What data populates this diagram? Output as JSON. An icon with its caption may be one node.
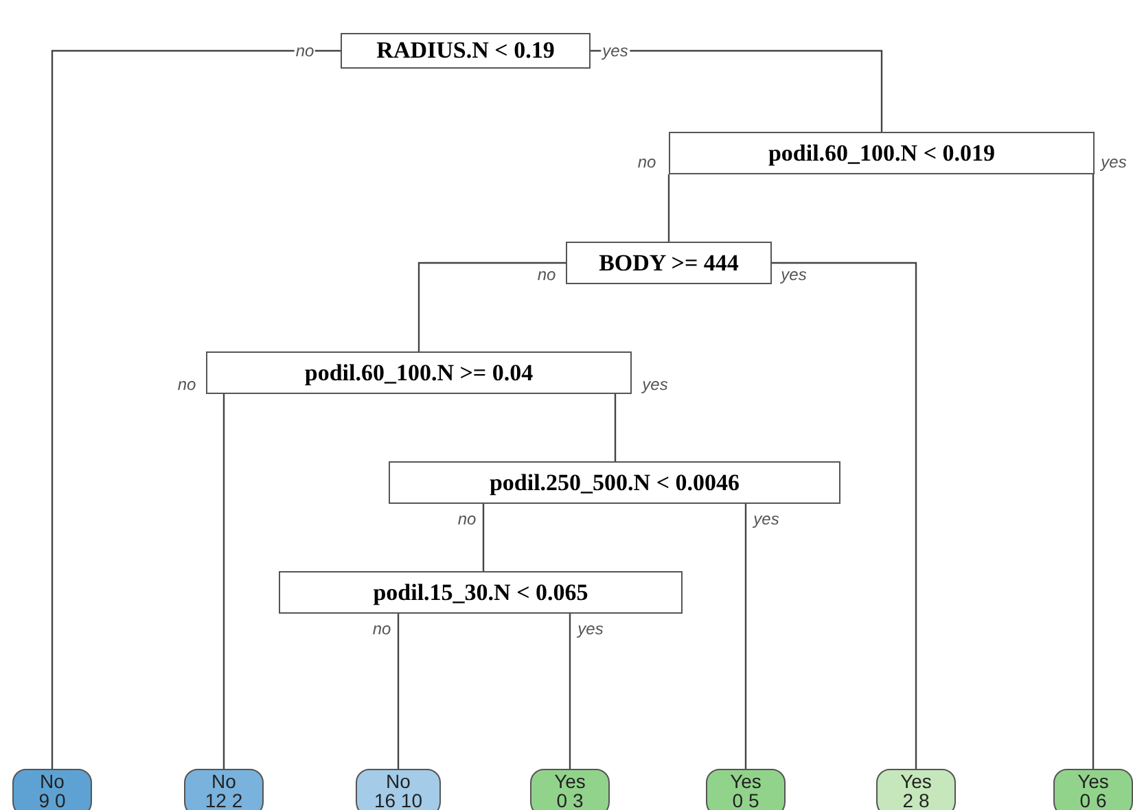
{
  "diagram": {
    "nodes": [
      {
        "text": [
          "RADIUS.N < 0.19"
        ]
      },
      {
        "text": [
          "podil.60_100.N < 0.019"
        ]
      },
      {
        "text": [
          "BODY >= 444"
        ]
      },
      {
        "text": [
          "podil.60_100.N >= 0.04"
        ]
      },
      {
        "text": [
          "podil.250_500.N < 0.0046"
        ]
      },
      {
        "text": [
          "podil.15_30.N < 0.065"
        ]
      },
      {
        "text": [
          "No",
          "9 0"
        ]
      },
      {
        "text": [
          "No",
          "12 2"
        ]
      },
      {
        "text": [
          "No",
          "16 10"
        ]
      },
      {
        "text": [
          "Yes",
          "0 3"
        ]
      },
      {
        "text": [
          "Yes",
          "0 5"
        ]
      },
      {
        "text": [
          "Yes",
          "2 8"
        ]
      },
      {
        "text": [
          "Yes",
          "0 6"
        ]
      }
    ],
    "edges": [
      {
        "from": 0,
        "to": 6,
        "arrow": "none",
        "label": "no"
      },
      {
        "from": 0,
        "to": 1,
        "arrow": "none",
        "label": "yes"
      },
      {
        "from": 1,
        "to": 2,
        "arrow": "none",
        "label": "no"
      },
      {
        "from": 1,
        "to": 12,
        "arrow": "none",
        "label": "yes"
      },
      {
        "from": 2,
        "to": 3,
        "arrow": "none",
        "label": "no"
      },
      {
        "from": 2,
        "to": 11,
        "arrow": "none",
        "label": "yes"
      },
      {
        "from": 3,
        "to": 7,
        "arrow": "none",
        "label": "no"
      },
      {
        "from": 3,
        "to": 4,
        "arrow": "none",
        "label": "yes"
      },
      {
        "from": 4,
        "to": 5,
        "arrow": "none",
        "label": "no"
      },
      {
        "from": 4,
        "to": 10,
        "arrow": "none",
        "label": "yes"
      },
      {
        "from": 5,
        "to": 8,
        "arrow": "none",
        "label": "no"
      },
      {
        "from": 5,
        "to": 9,
        "arrow": "none",
        "label": "yes"
      }
    ]
  }
}
